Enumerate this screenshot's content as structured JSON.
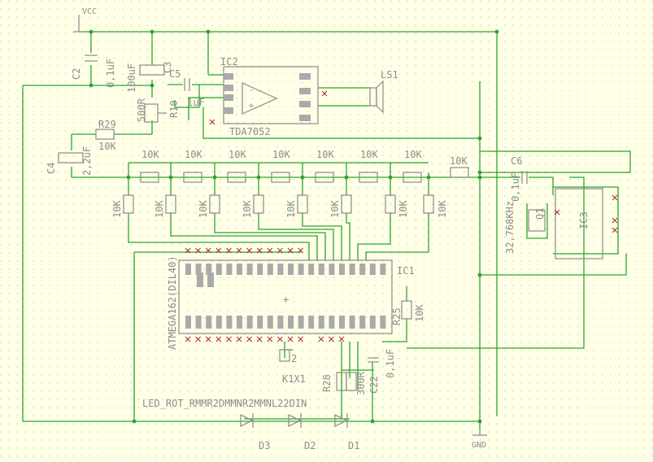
{
  "labels": {
    "vcc": "VCC",
    "gnd": "GND",
    "c2": "C2",
    "c2_val": "0,1uF",
    "c3": "C3",
    "c3_val": "100uF",
    "r10_val": "500R",
    "r10": "R10",
    "c5": "C5",
    "c5_val": "1uF",
    "ic2": "IC2",
    "ic2_val": "TDA7052",
    "ls1": "LS1",
    "r29": "R29",
    "r29_val": "10K",
    "c4": "C4",
    "c4_val": "2,2uF",
    "ten_k": "10K",
    "c6": "C6",
    "c6_val": "0,1uF",
    "q1": "Q1",
    "q1_val": "32,768KHz",
    "ic3": "IC3",
    "ic1": "IC1",
    "ic1_val": "ATMEGA162(DIL40)",
    "r25": "R25",
    "r25_val": "10K",
    "k1": "K1X1",
    "k1_name": "2",
    "c_bottom_val": "0,1uF",
    "r28": "R28",
    "r28_val": "300R",
    "c_bottom2": "C22",
    "led_labels": "LED_ROT_RMMR2DMMNR2MMNL22DIN",
    "d1": "D1",
    "d2": "D2",
    "d3": "D3"
  }
}
